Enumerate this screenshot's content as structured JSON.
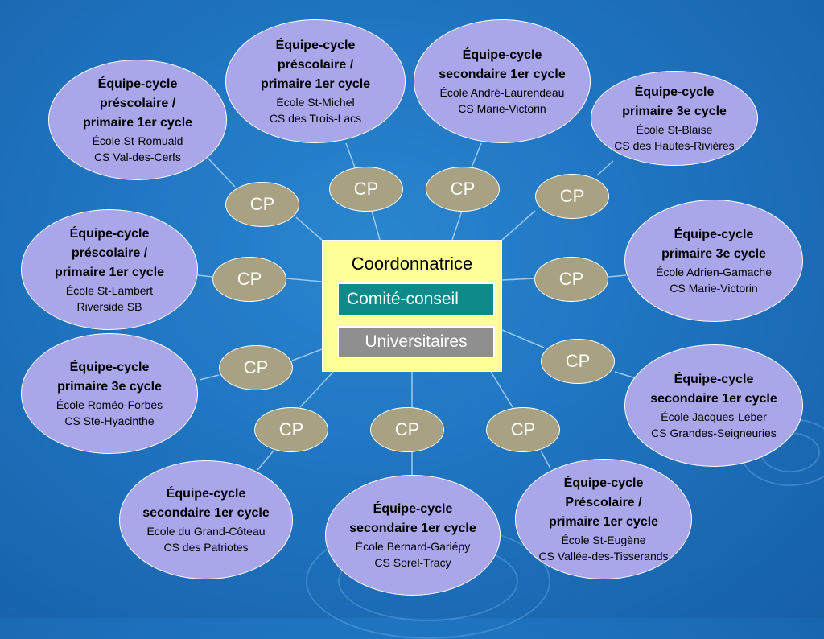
{
  "coordination": {
    "title": "Coordonnatrice",
    "comite": "Comité-conseil",
    "universitaires": "Universitaires"
  },
  "cp_label": "CP",
  "colors": {
    "background": "#1f74c0",
    "team_bubble": "#a9a6ea",
    "cp_bubble": "#a8a182",
    "coord_box": "#ffff99",
    "comite_box": "#0e8a8a",
    "universitaires_box": "#8f8f8f"
  },
  "teams": [
    {
      "l1": "Équipe-cycle",
      "l2": "préscolaire /",
      "l3": "primaire 1er cycle",
      "school": "École St-Michel",
      "cs": "CS des Trois-Lacs"
    },
    {
      "l1": "Équipe-cycle",
      "l2": "secondaire 1er cycle",
      "school": "École André-Laurendeau",
      "cs": "CS Marie-Victorin"
    },
    {
      "l1": "Équipe-cycle",
      "l2": "primaire 3e cycle",
      "school": "École St-Blaise",
      "cs": "CS des Hautes-Rivières"
    },
    {
      "l1": "Équipe-cycle",
      "l2": "primaire 3e cycle",
      "school": "École Adrien-Gamache",
      "cs": "CS Marie-Victorin"
    },
    {
      "l1": "Équipe-cycle",
      "l2": "secondaire 1er cycle",
      "school": "École Jacques-Leber",
      "cs": "CS Grandes-Seigneuries"
    },
    {
      "l1": "Équipe-cycle",
      "l2": "Préscolaire /",
      "l3": "primaire 1er cycle",
      "school": "École St-Eugène",
      "cs": "CS Vallée-des-Tisserands"
    },
    {
      "l1": "Équipe-cycle",
      "l2": "secondaire 1er cycle",
      "school": "École Bernard-Gariépy",
      "cs": "CS Sorel-Tracy"
    },
    {
      "l1": "Équipe-cycle",
      "l2": "secondaire 1er cycle",
      "school": "École du Grand-Côteau",
      "cs": "CS des Patriotes"
    },
    {
      "l1": "Équipe-cycle",
      "l2": "primaire 3e cycle",
      "school": "École Roméo-Forbes",
      "cs": "CS Ste-Hyacinthe"
    },
    {
      "l1": "Équipe-cycle",
      "l2": "préscolaire /",
      "l3": "primaire 1er cycle",
      "school": "École St-Lambert",
      "cs": "Riverside SB"
    },
    {
      "l1": "Équipe-cycle",
      "l2": "préscolaire /",
      "l3": "primaire 1er cycle",
      "school": "École St-Romuald",
      "cs": "CS Val-des-Cerfs"
    }
  ]
}
